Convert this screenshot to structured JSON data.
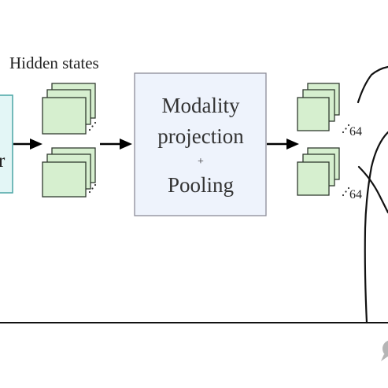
{
  "labels": {
    "hidden_states": "Hidden states",
    "encoder_partial": "r",
    "box_line1": "Modality",
    "box_line2": "projection",
    "box_plus": "+",
    "box_line3": "Pooling",
    "count_top": "64",
    "count_bottom": "64"
  },
  "colors": {
    "encoder_fill": "#e3f6f6",
    "encoder_stroke": "#4aa5a5",
    "box_fill": "#eef3fc",
    "box_stroke": "#8c8c98",
    "card_fill": "#d6efcf",
    "card_stroke": "#2f3a2f",
    "arrow": "#000000",
    "watermark": "#b5b5b5"
  },
  "icons": {
    "watermark": "chat-bubble-icon"
  }
}
